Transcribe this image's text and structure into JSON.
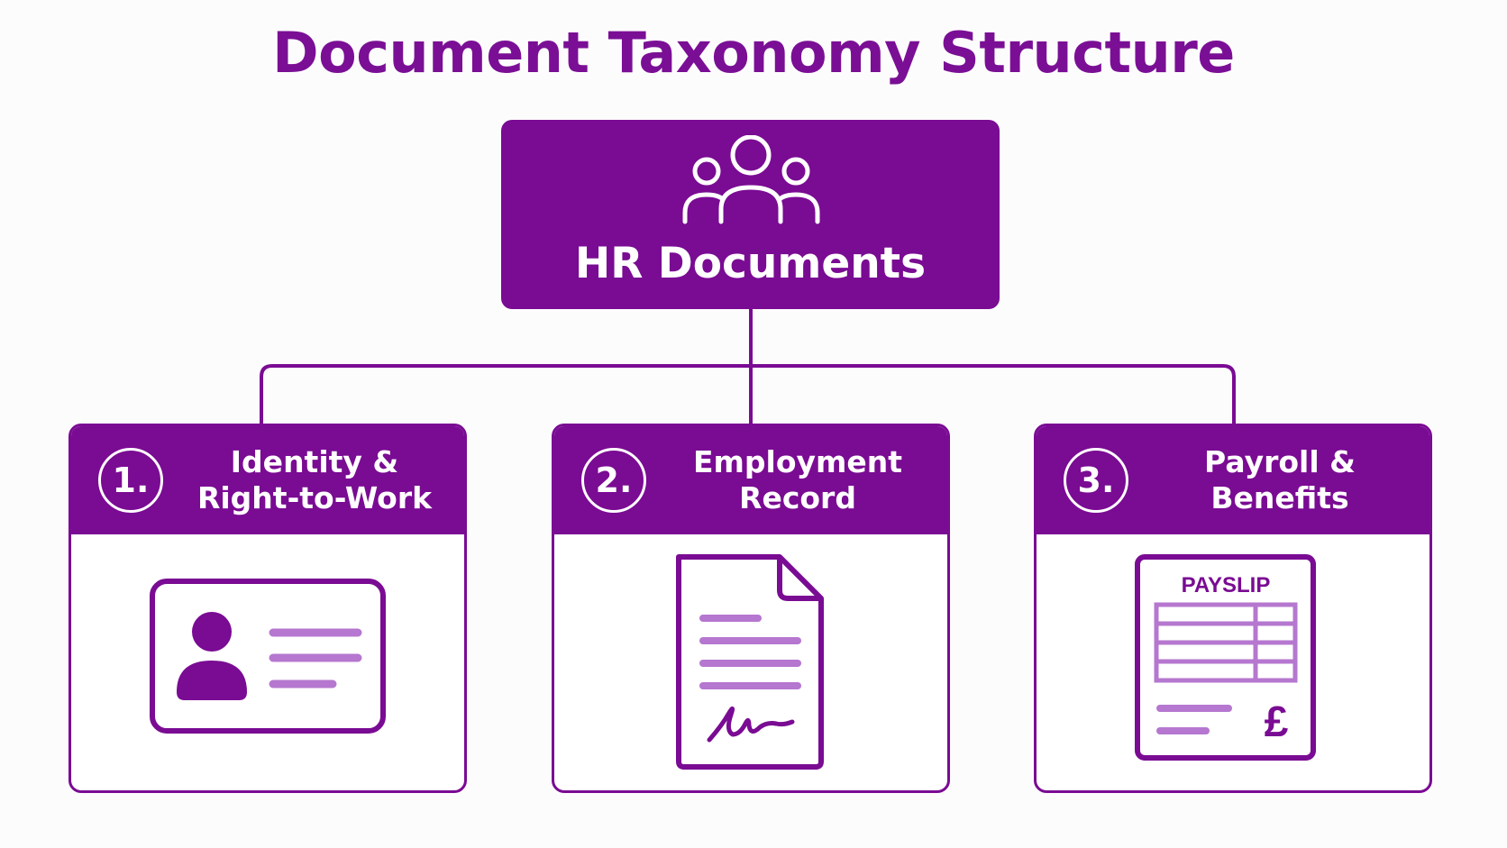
{
  "title": "Document Taxonomy Structure",
  "root": {
    "label": "HR Documents",
    "icon": "people-group-icon"
  },
  "categories": [
    {
      "number": "1.",
      "title_line1": "Identity &",
      "title_line2": "Right-to-Work",
      "icon": "id-card-icon"
    },
    {
      "number": "2.",
      "title_line1": "Employment",
      "title_line2": "Record",
      "icon": "signed-document-icon"
    },
    {
      "number": "3.",
      "title_line1": "Payroll &",
      "title_line2": "Benefits",
      "icon": "payslip-icon"
    }
  ],
  "payslip": {
    "label": "PAYSLIP",
    "currency": "£"
  },
  "colors": {
    "primary": "#7a0b93",
    "light": "#b577cf",
    "background": "#fdfcfd"
  }
}
